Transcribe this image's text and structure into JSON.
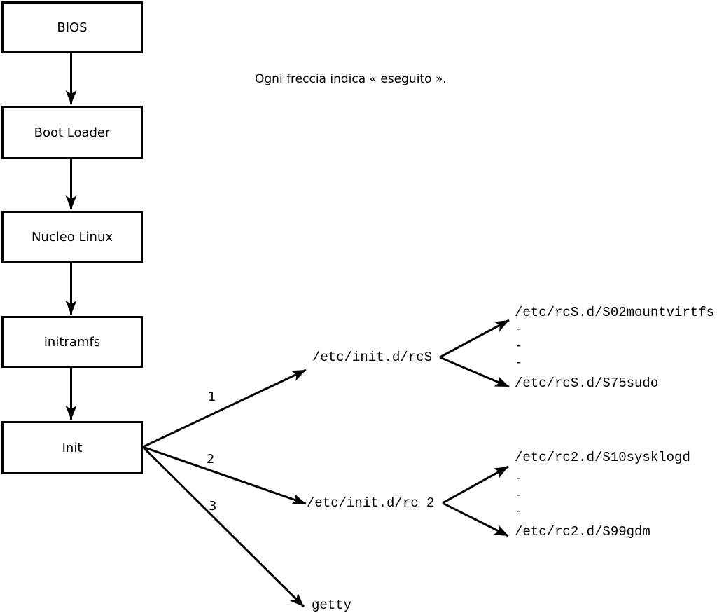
{
  "annotation": {
    "text": "Ogni freccia indica « eseguito »."
  },
  "flow": {
    "steps": [
      "BIOS",
      "Boot Loader",
      "Nucleo Linux",
      "initramfs",
      "Init"
    ]
  },
  "branches": [
    {
      "number": "1",
      "target": "/etc/init.d/rcS",
      "children": [
        "/etc/rcS.d/S02mountvirtfs",
        "-",
        "-",
        "-",
        "/etc/rcS.d/S75sudo"
      ]
    },
    {
      "number": "2",
      "target": "/etc/init.d/rc 2",
      "children": [
        "/etc/rc2.d/S10sysklogd",
        "-",
        "-",
        "-",
        "/etc/rc2.d/S99gdm"
      ]
    },
    {
      "number": "3",
      "target": "getty",
      "children": []
    }
  ],
  "colors": {
    "background": "#ffffff",
    "line": "#000000",
    "box_border": "#000000",
    "text": "#000000"
  }
}
